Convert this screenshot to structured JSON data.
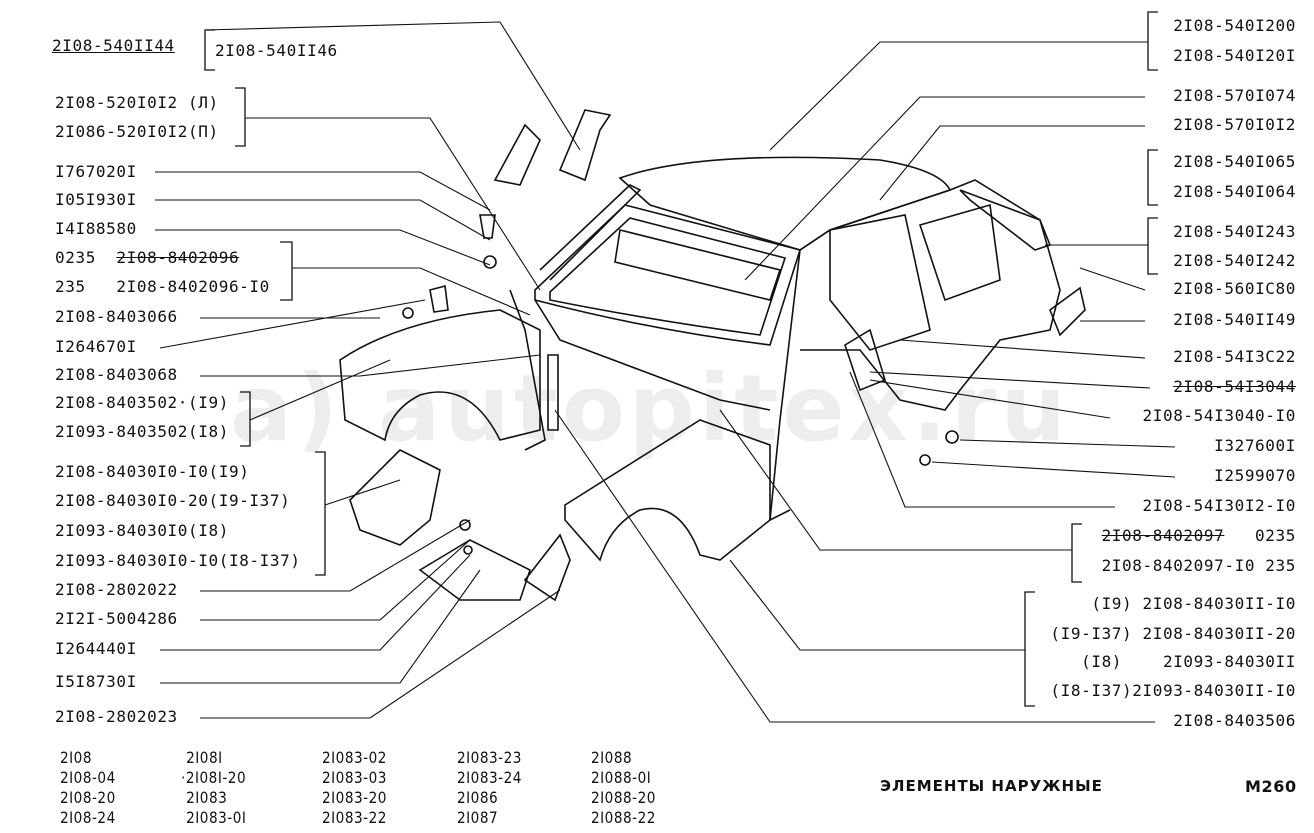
{
  "title": "ЭЛЕМЕНТЫ НАРУЖНЫЕ",
  "page_code": "M260",
  "watermark": "a) autopitex.ru",
  "labels_left": [
    "2I08-540II44",
    "2I08-540II46",
    "2I08-520I0I2 (Л)",
    "2I086-520I0I2(П)",
    "I767020I",
    "I05I930I",
    "I4I88580",
    {
      "a": "0235  ",
      "b": "2I08-8402096"
    },
    "235   2I08-8402096-I0",
    "2I08-8403066",
    "I264670I",
    "2I08-8403068",
    "2I08-8403502·(I9)",
    "2I093-8403502(I8)",
    "2I08-84030I0-I0(I9)",
    "2I08-84030I0-20(I9-I37)",
    "2I093-84030I0(I8)",
    "2I093-84030I0-I0(I8-I37)",
    "2I08-2802022",
    "2I2I-5004286",
    "I264440I",
    "I5I8730I",
    "2I08-2802023"
  ],
  "labels_right": [
    "2I08-540I200",
    "2I08-540I20I",
    "2I08-570I074",
    "2I08-570I0I2",
    "2I08-540I065",
    "2I08-540I064",
    "2I08-540I243",
    "2I08-540I242",
    "2I08-560IC80",
    "2I08-540II49",
    "2I08-54I3C22",
    "2I08-54I3044",
    "2I08-54I3040-I0",
    "I327600I",
    "I2599070",
    "2I08-54I30I2-I0",
    {
      "a": "2I08-8402097",
      "b": "   0235"
    },
    "2I08-8402097-I0 235",
    "(I9) 2I08-84030II-I0",
    "(I9-I37) 2I08-84030II-20",
    "(I8)    2I093-84030II",
    "(I8-I37)2I093-84030II-I0",
    "2I08-8403506"
  ],
  "models": [
    [
      "2I08",
      "2I08-04",
      "2I08-20",
      "2I08-24"
    ],
    [
      "2I08I",
      "·2I08I-20",
      "2I083",
      "2I083-0I"
    ],
    [
      "2I083-02",
      "2I083-03",
      "2I083-20",
      "2I083-22"
    ],
    [
      "2I083-23",
      "2I083-24",
      "2I086",
      "2I087"
    ],
    [
      "2I088",
      "2I088-0I",
      "2I088-20",
      "2I088-22"
    ]
  ]
}
